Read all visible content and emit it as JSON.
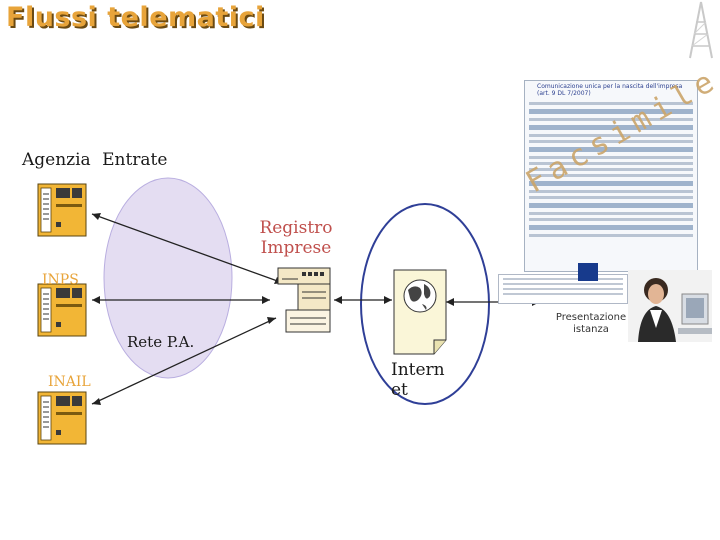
{
  "title": "Flussi telematici",
  "labels": {
    "agenzia": "Agenzia  Entrate",
    "registro": "Registro Imprese",
    "inps": "INPS",
    "rete": "Rete P.A.",
    "inail": "INAIL",
    "internet": "Internet",
    "presentazione": "Presentazione istanza",
    "watermark": "Facsimile"
  },
  "form": {
    "title": "Comunicazione unica per la nascita dell'impresa (art. 9 DL 7/2007)"
  },
  "colors": {
    "title": "#e8a43a",
    "server_body": "#f2b636",
    "rete_ellipse": "#e4ddf2",
    "internet_ellipse": "#2f3f97",
    "registro": "#c0504d"
  },
  "icons": [
    "server-icon",
    "document-icon",
    "globe-document-icon",
    "antenna-tower-icon",
    "person-photo-icon"
  ]
}
